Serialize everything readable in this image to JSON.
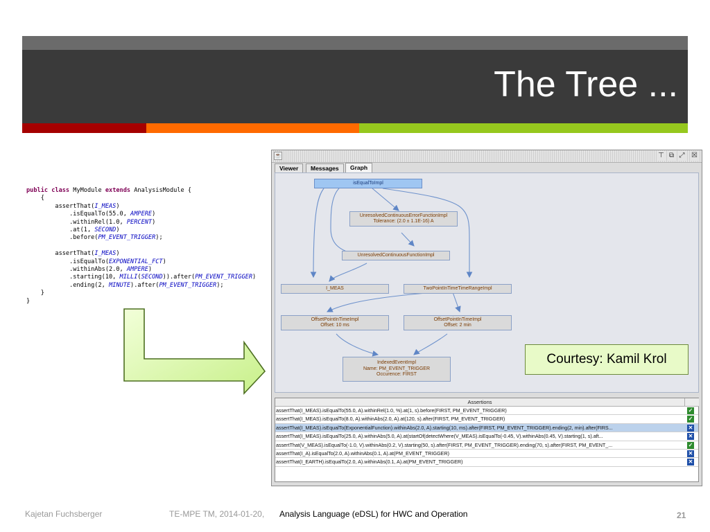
{
  "slide": {
    "title": "The Tree ...",
    "courtesy": "Courtesy: Kamil Krol",
    "footer": {
      "author": "Kajetan Fuchsberger",
      "event": "TE-MPE TM, 2014-01-20,",
      "topic": "Analysis Language (eDSL) for HWC and Operation",
      "page": "21"
    },
    "colors": {
      "header_dark": "#3a3a3a",
      "header_light": "#6b6b6b",
      "bar_red": "#a50000",
      "bar_orange": "#ff6a00",
      "bar_green": "#96c81e"
    }
  },
  "code": {
    "line1_kw": "public class",
    "line1_name": " MyModule ",
    "line1_kw2": "extends",
    "line1_rest": " AnalysisModule {",
    "brace_open": "    {",
    "a1": "        assertThat(",
    "a1_arg": "I_MEAS",
    "a1_end": ")",
    "a1_l2a": "            .isEqualTo(55.0, ",
    "a1_l2b": "AMPERE",
    "a1_l2c": ")",
    "a1_l3a": "            .withinRel(1.0, ",
    "a1_l3b": "PERCENT",
    "a1_l3c": ")",
    "a1_l4a": "            .at(1, ",
    "a1_l4b": "SECOND",
    "a1_l4c": ")",
    "a1_l5a": "            .before(",
    "a1_l5b": "PM_EVENT_TRIGGER",
    "a1_l5c": ");",
    "a2": "        assertThat(",
    "a2_arg": "I_MEAS",
    "a2_end": ")",
    "a2_l2a": "            .isEqualTo(",
    "a2_l2b": "EXPONENTIAL_FCT",
    "a2_l2c": ")",
    "a2_l3a": "            .withinAbs(2.0, ",
    "a2_l3b": "AMPERE",
    "a2_l3c": ")",
    "a2_l4a": "            .starting(10, ",
    "a2_l4b": "MILLI",
    "a2_l4c": "(",
    "a2_l4d": "SECOND",
    "a2_l4e": ")).after(",
    "a2_l4f": "PM_EVENT_TRIGGER",
    "a2_l4g": ")",
    "a2_l5a": "            .ending(2, ",
    "a2_l5b": "MINUTE",
    "a2_l5c": ").after(",
    "a2_l5d": "PM_EVENT_TRIGGER",
    "a2_l5e": ");",
    "brace_close": "    }",
    "brace_final": "}"
  },
  "window": {
    "tabs": [
      "Viewer",
      "Messages",
      "Graph"
    ],
    "active_tab": "Graph",
    "graph": {
      "root": "isEqualToImpl",
      "unresolved_error_name": "UnresolvedContinuousErrorFunctionImpl",
      "unresolved_error_tol": "Tolerance: (2.0 ± 1.1E-16) A",
      "unresolved_fn": "UnresolvedContinuousFunctionImpl",
      "imeas": "I_MEAS",
      "twopoint": "TwoPointInTimeTimeRangeImpl",
      "offset1_name": "OffsetPointInTimeImpl",
      "offset1_val": "Offset: 10 ms",
      "offset2_name": "OffsetPointInTimeImpl",
      "offset2_val": "Offset: 2 min",
      "indexed_name": "IndexedEventImpl",
      "indexed_evt": "Name: PM_EVENT_TRIGGER",
      "indexed_occ": "Occurence: FIRST"
    },
    "assertions": {
      "header": "Assertions",
      "rows": [
        {
          "text": "assertThat(I_MEAS).isEqualTo(55.0, A).withinRel(1.0, %).at(1, s).before(FIRST, PM_EVENT_TRIGGER)",
          "status": "pass"
        },
        {
          "text": "assertThat(I_MEAS).isEqualTo(8.0, A).withinAbs(2.0, A).at(120, s).after(FIRST, PM_EVENT_TRIGGER)",
          "status": "pass"
        },
        {
          "text": "assertThat(I_MEAS).isEqualTo(ExponentialFunction).withinAbs(2.0, A).starting(10, ms).after(FIRST, PM_EVENT_TRIGGER).ending(2, min).after(FIRS...",
          "status": "fail"
        },
        {
          "text": "assertThat(I_MEAS).isEqualTo(25.0, A).withinAbs(5.0, A).at(startOf(detectWhere(V_MEAS).isEqualTo(-0.45, V).withinAbs(0.45, V).starting(1, s).aft...",
          "status": "fail"
        },
        {
          "text": "assertThat(V_MEAS).isEqualTo(-1.0, V).withinAbs(0.2, V).starting(50, s).after(FIRST, PM_EVENT_TRIGGER).ending(70, s).after(FIRST, PM_EVENT_...",
          "status": "pass"
        },
        {
          "text": "assertThat(I_A).isEqualTo(2.0, A).withinAbs(0.1, A).at(PM_EVENT_TRIGGER)",
          "status": "fail"
        },
        {
          "text": "assertThat(I_EARTH).isEqualTo(2.0, A).withinAbs(0.1, A).at(PM_EVENT_TRIGGER)",
          "status": "fail"
        }
      ]
    }
  }
}
